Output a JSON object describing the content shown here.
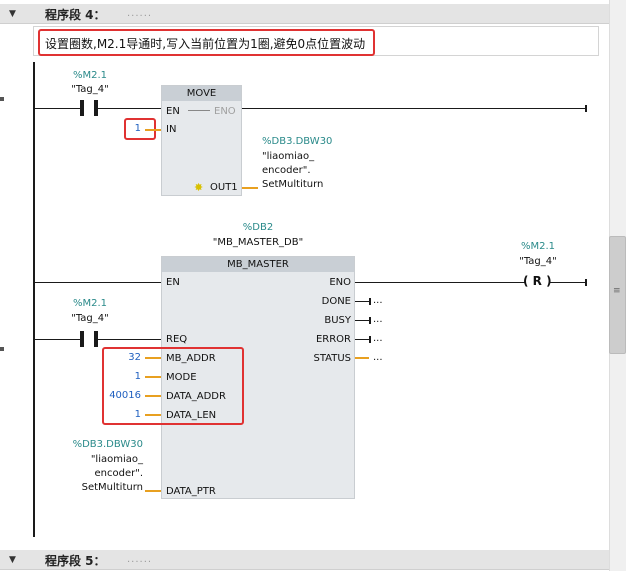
{
  "network4": {
    "title": "程序段 4：",
    "dots": "......"
  },
  "network5": {
    "title": "程序段 5：",
    "dots": "......"
  },
  "comment": "设置圈数,M2.1导通时,写入当前位置为1圈,避免0点位置波动",
  "contact1": {
    "address": "%M2.1",
    "tag": "\"Tag_4\""
  },
  "contact2": {
    "address": "%M2.1",
    "tag": "\"Tag_4\""
  },
  "move_block": {
    "title": "MOVE",
    "en": "EN",
    "eno": "ENO",
    "in": "IN",
    "out1": "OUT1",
    "in_value": "1",
    "out1_address": "%DB3.DBW30",
    "out1_tag_line1": "\"liaomiao_",
    "out1_tag_line2": "encoder\".",
    "out1_tag_line3": "SetMultiturn"
  },
  "mb_master": {
    "instance_address": "%DB2",
    "instance_name": "\"MB_MASTER_DB\"",
    "title": "MB_MASTER",
    "inputs": [
      {
        "name": "EN",
        "value": ""
      },
      {
        "name": "REQ",
        "value": ""
      },
      {
        "name": "MB_ADDR",
        "value": "32"
      },
      {
        "name": "MODE",
        "value": "1"
      },
      {
        "name": "DATA_ADDR",
        "value": "40016"
      },
      {
        "name": "DATA_LEN",
        "value": "1"
      },
      {
        "name": "DATA_PTR",
        "value": ""
      }
    ],
    "outputs": [
      {
        "name": "ENO",
        "value": ""
      },
      {
        "name": "DONE",
        "value": "..."
      },
      {
        "name": "BUSY",
        "value": "..."
      },
      {
        "name": "ERROR",
        "value": "..."
      },
      {
        "name": "STATUS",
        "value": "..."
      }
    ],
    "data_ptr_address": "%DB3.DBW30",
    "data_ptr_tag_line1": "\"liaomiao_",
    "data_ptr_tag_line2": "encoder\".",
    "data_ptr_tag_line3": "SetMultiturn"
  },
  "reset_coil": {
    "address": "%M2.1",
    "tag": "\"Tag_4\"",
    "symbol": "( R )"
  },
  "scrollbar_grip": "≡",
  "colors": {
    "pin": "#e8a020",
    "address": "#2a8a8a",
    "constant": "#1f5fbf",
    "highlight": "#e03232"
  }
}
